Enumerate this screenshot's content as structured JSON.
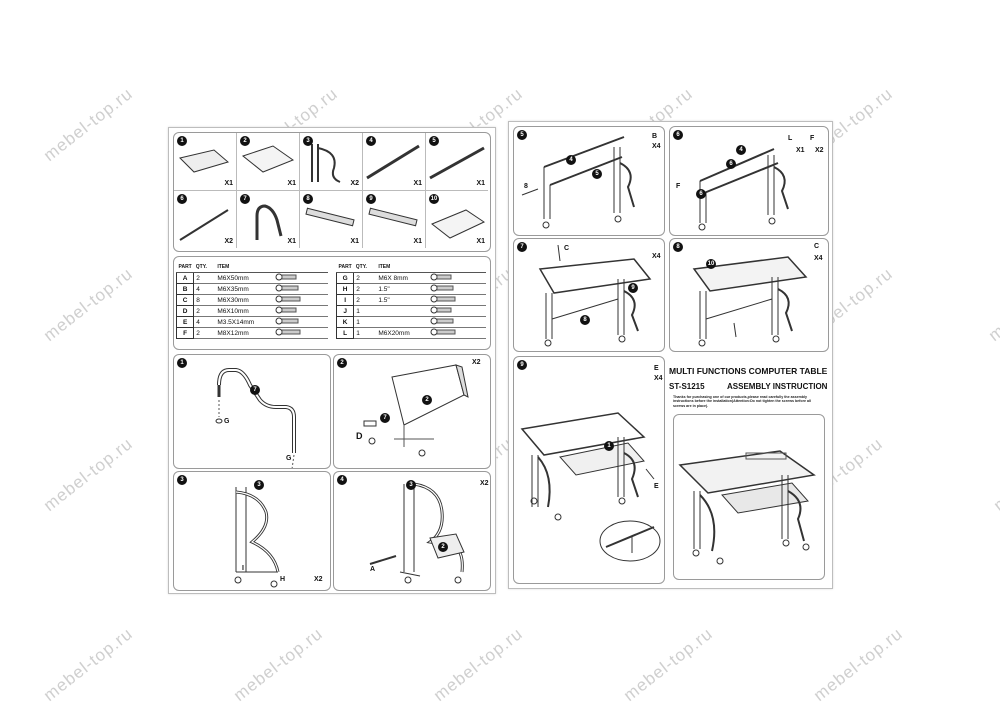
{
  "watermark": "mebel-top.ru",
  "components": [
    {
      "num": "1",
      "qty": "X1"
    },
    {
      "num": "2",
      "qty": "X1"
    },
    {
      "num": "3",
      "qty": "X2"
    },
    {
      "num": "4",
      "qty": "X1"
    },
    {
      "num": "5",
      "qty": "X1"
    },
    {
      "num": "6",
      "qty": "X2"
    },
    {
      "num": "7",
      "qty": "X1"
    },
    {
      "num": "8",
      "qty": "X1"
    },
    {
      "num": "9",
      "qty": "X1"
    },
    {
      "num": "10",
      "qty": "X1"
    }
  ],
  "parts_table": {
    "headers": [
      "PART",
      "QTY.",
      "ITEM"
    ],
    "left": [
      {
        "part": "A",
        "qty": "2",
        "item": "M6X50mm"
      },
      {
        "part": "B",
        "qty": "4",
        "item": "M6X35mm"
      },
      {
        "part": "C",
        "qty": "8",
        "item": "M6X30mm"
      },
      {
        "part": "D",
        "qty": "2",
        "item": "M6X10mm"
      },
      {
        "part": "E",
        "qty": "4",
        "item": "M3.5X14mm"
      },
      {
        "part": "F",
        "qty": "2",
        "item": "M8X12mm"
      }
    ],
    "right": [
      {
        "part": "G",
        "qty": "2",
        "item": "M6X 8mm"
      },
      {
        "part": "H",
        "qty": "2",
        "item": "1.5\""
      },
      {
        "part": "I",
        "qty": "2",
        "item": "1.5\""
      },
      {
        "part": "J",
        "qty": "1",
        "item": ""
      },
      {
        "part": "K",
        "qty": "1",
        "item": ""
      },
      {
        "part": "L",
        "qty": "1",
        "item": "M6X20mm"
      }
    ]
  },
  "steps": {
    "s1": {
      "num": "1",
      "labels": [
        "7",
        "G",
        "G"
      ]
    },
    "s2": {
      "num": "2",
      "labels": [
        "2",
        "7",
        "D"
      ],
      "qty": "X2"
    },
    "s3": {
      "num": "3",
      "labels": [
        "3",
        "I",
        "H"
      ],
      "qty": "X2"
    },
    "s4": {
      "num": "4",
      "labels": [
        "3",
        "2",
        "A"
      ],
      "qty": "X2"
    },
    "s5": {
      "num": "5",
      "labels": [
        "4",
        "5",
        "B",
        "8"
      ],
      "qty": "X4"
    },
    "s6": {
      "num": "6",
      "labels": [
        "4",
        "6",
        "6",
        "L",
        "F",
        "F"
      ],
      "qty": "X1",
      "qty2": "X2"
    },
    "s7": {
      "num": "7",
      "labels": [
        "C",
        "9",
        "8"
      ],
      "qty": "X4"
    },
    "s8": {
      "num": "8",
      "labels": [
        "C",
        "10"
      ],
      "qty": "X4"
    },
    "s9": {
      "num": "9",
      "labels": [
        "E",
        "1",
        "E"
      ],
      "qty": "X4"
    }
  },
  "cover": {
    "title": "MULTI FUNCTIONS COMPUTER TABLE",
    "model": "ST-S1215",
    "subtitle": "ASSEMBLY INSTRUCTION",
    "note": "Thanks for purchasing one of our products,please read carefully the assembly instructions before the installation(Attention:Do not tighten the screws before all screws are in place)."
  }
}
